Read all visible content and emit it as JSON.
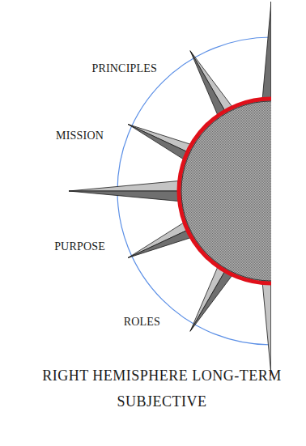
{
  "diagram": {
    "caption": "RIGHT HEMISPHERE LONG-TERM SUBJECTIVE",
    "labels": [
      "PRINCIPLES",
      "MISSION",
      "PURPOSE",
      "ROLES"
    ]
  }
}
